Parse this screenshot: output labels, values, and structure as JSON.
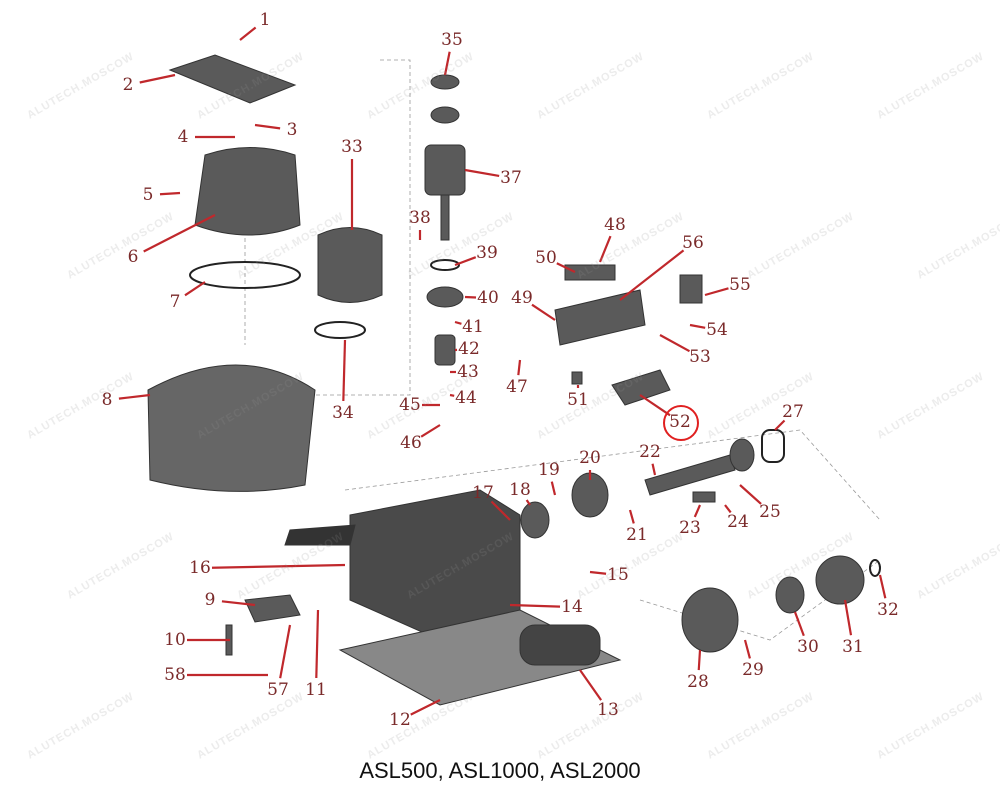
{
  "title": "ASL500, ASL1000, ASL2000",
  "watermark": "ALUTECH.MOSCOW",
  "highlighted_part": "52",
  "part_labels": [
    "1",
    "2",
    "3",
    "4",
    "5",
    "6",
    "7",
    "8",
    "9",
    "10",
    "11",
    "12",
    "13",
    "14",
    "15",
    "16",
    "17",
    "18",
    "19",
    "20",
    "21",
    "22",
    "23",
    "24",
    "25",
    "27",
    "28",
    "29",
    "30",
    "31",
    "32",
    "33",
    "34",
    "35",
    "37",
    "38",
    "39",
    "40",
    "41",
    "42",
    "43",
    "44",
    "45",
    "46",
    "47",
    "48",
    "49",
    "50",
    "51",
    "52",
    "53",
    "54",
    "55",
    "56",
    "57",
    "58"
  ],
  "colors": {
    "label": "#7a2a2a",
    "leader": "#c0282c",
    "highlight": "#e02020",
    "part": "#5a5a5a"
  }
}
